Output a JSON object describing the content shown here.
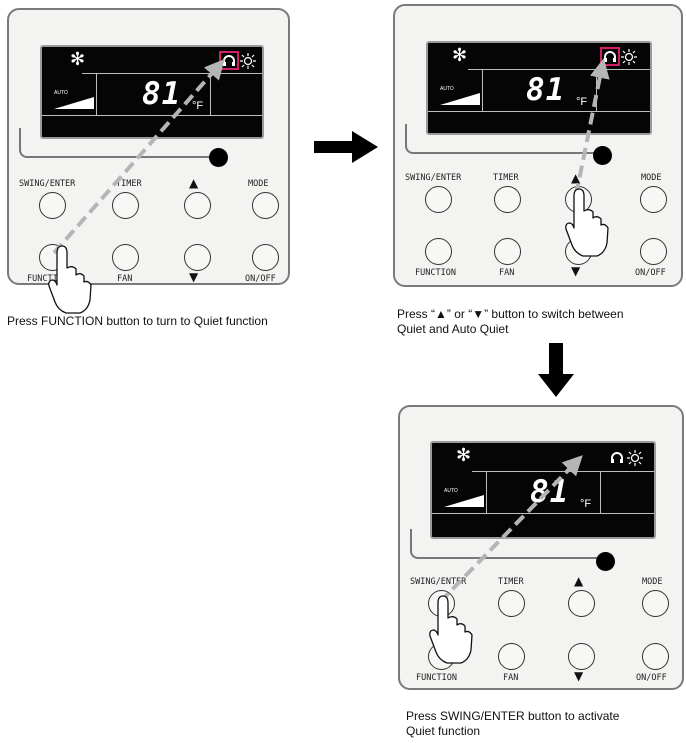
{
  "display": {
    "temperature": "81",
    "unit": "°F",
    "auto_label": "AUTO",
    "mode_icon": "snowflake-icon",
    "quiet_icon": "quiet-headphones-icon",
    "sun_icon": "light-icon"
  },
  "buttons": {
    "swing_enter": "SWING/ENTER",
    "timer": "TIMER",
    "up": "▲",
    "mode": "MODE",
    "function": "FUNCTION",
    "fan": "FAN",
    "down": "▼",
    "on_off": "ON/OFF"
  },
  "captions": {
    "step1": "Press FUNCTION button to turn to Quiet function",
    "step2_line1": "Press “▲” or “▼” button to switch between",
    "step2_line2": "Quiet and Auto Quiet",
    "step3_line1": "Press SWING/ENTER button to activate",
    "step3_line2": "Quiet function"
  },
  "colors": {
    "highlight": "#d0206a",
    "arrow": "#b5b5b5",
    "panel": "#f3f3f1"
  }
}
